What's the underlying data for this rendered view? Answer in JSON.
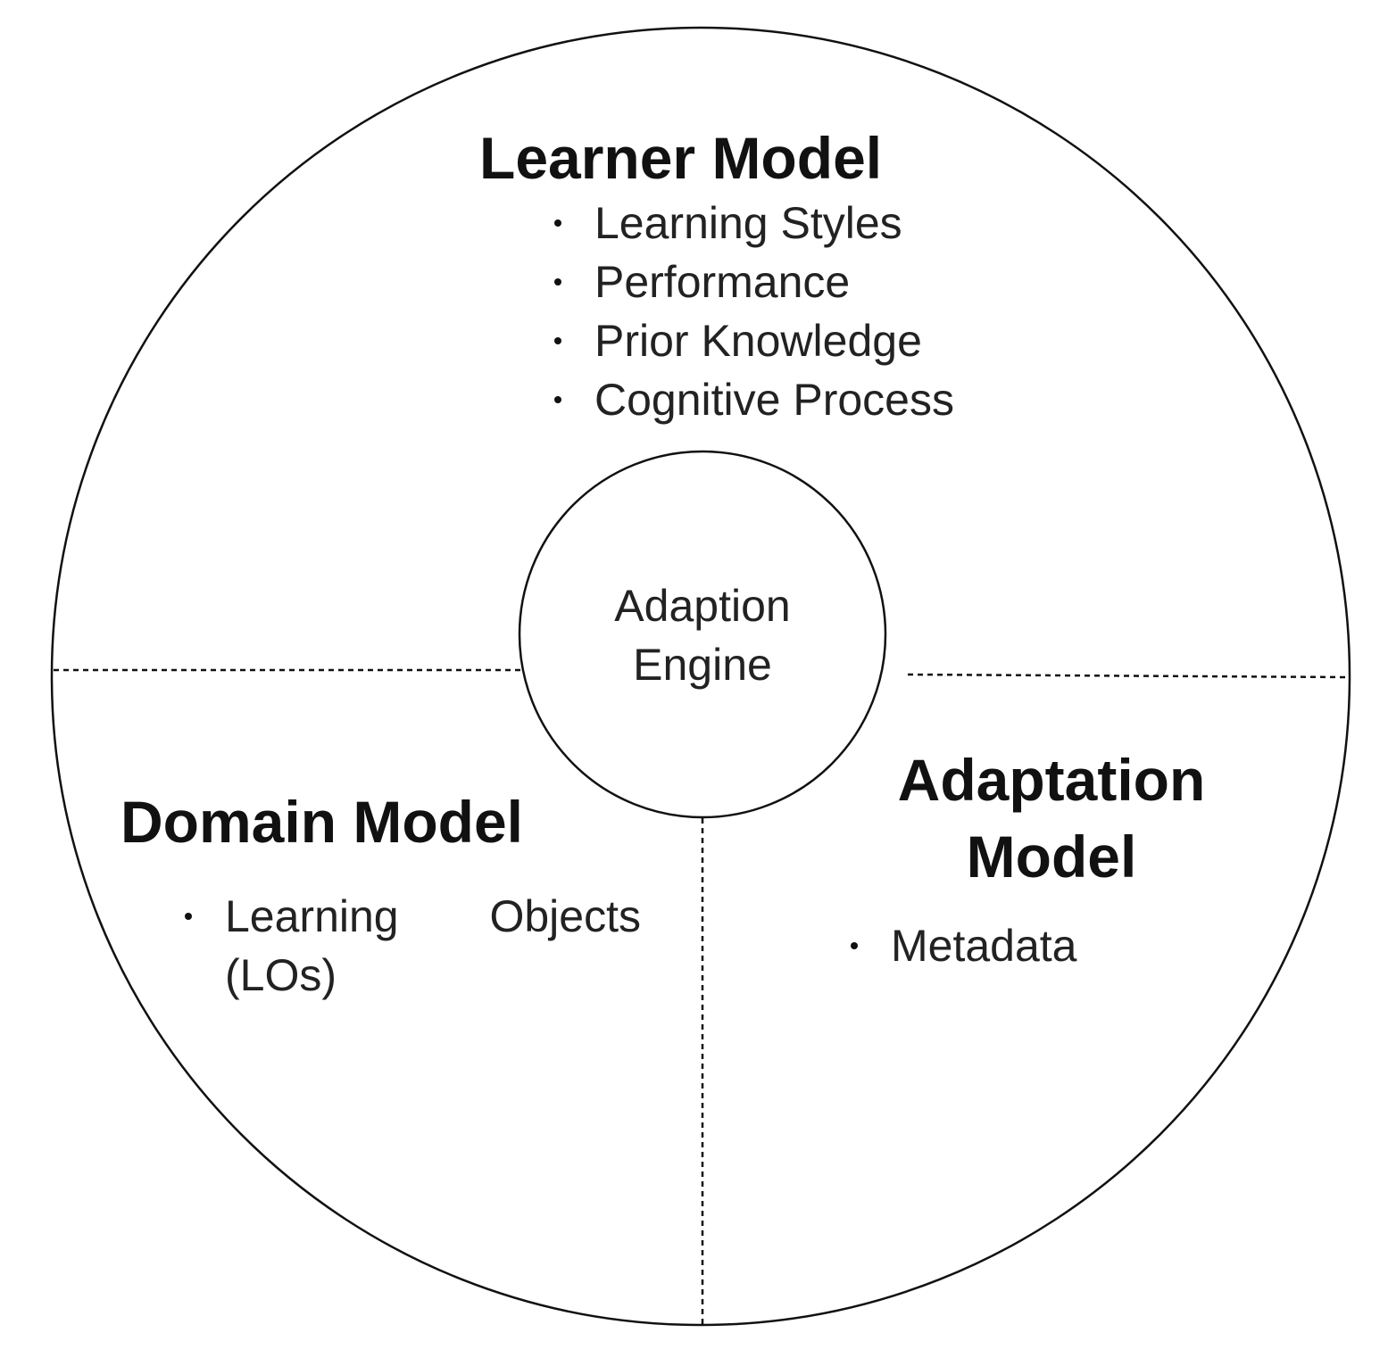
{
  "center": {
    "line1": "Adaption",
    "line2": "Engine"
  },
  "learner_model": {
    "title": "Learner Model",
    "items": [
      "Learning Styles",
      "Performance",
      "Prior Knowledge",
      "Cognitive Process"
    ]
  },
  "domain_model": {
    "title": "Domain Model",
    "items": [
      "Learning Objects (LOs)"
    ]
  },
  "adaptation_model": {
    "title_line1": "Adaptation",
    "title_line2": "Model",
    "items": [
      "Metadata"
    ]
  },
  "colors": {
    "stroke": "#111111",
    "text": "#111111",
    "background": "#ffffff"
  }
}
